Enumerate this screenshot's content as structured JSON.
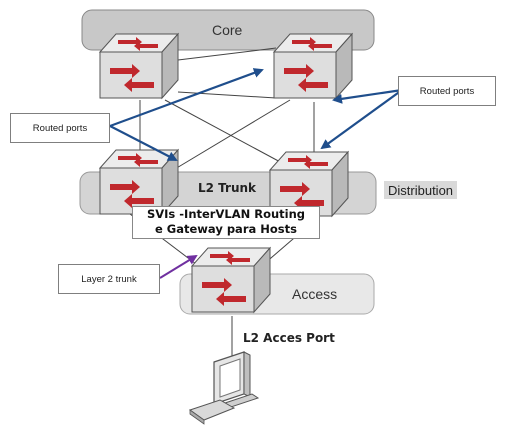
{
  "layers": {
    "core": "Core",
    "distribution": "Distribution",
    "access": "Access"
  },
  "callouts": {
    "routed_left": "Routed ports",
    "routed_right": "Routed ports",
    "layer2_trunk": "Layer 2 trunk"
  },
  "labels": {
    "l2_trunk": "L2 Trunk",
    "svi_line1": "SVIs -InterVLAN Routing",
    "svi_line2": "e Gateway para Hosts",
    "access_port": "L2 Acces Port"
  },
  "colors": {
    "band_fill": "#c8c8c8",
    "band_light": "#e8e8e8",
    "switch_face": "#e4e4e4",
    "switch_side": "#bdbdbd",
    "arrow_red": "#c0282d",
    "routed_arrow": "#1f4e8c",
    "trunk_arrow": "#7030a0"
  },
  "icons": {
    "switch": "layer3-switch-icon",
    "host": "desktop-computer-icon"
  }
}
